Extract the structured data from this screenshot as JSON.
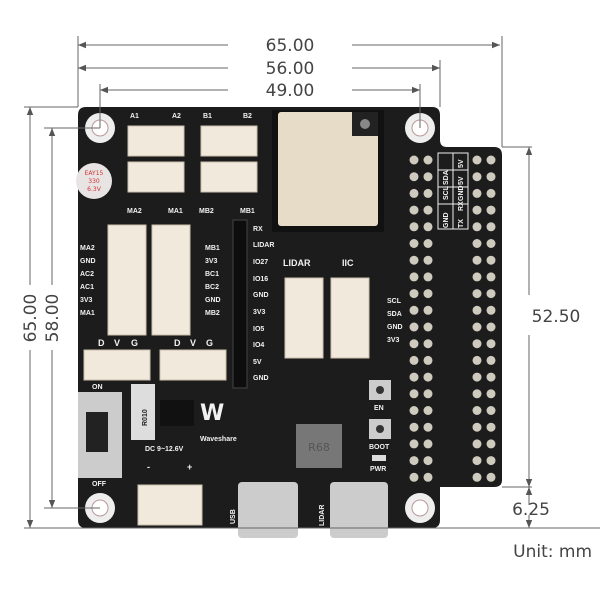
{
  "dimensions": {
    "width_total": "65.00",
    "width_hole_outer": "56.00",
    "width_holes": "49.00",
    "height_total": "65.00",
    "height_holes": "58.00",
    "header_height": "52.50",
    "header_offset": "6.25",
    "unit": "Unit: mm"
  },
  "board": {
    "pcb_color": "#1c1c1c",
    "connectors_top": [
      "A1",
      "A2",
      "B1",
      "B2",
      "MA2",
      "MA1",
      "MB2",
      "MB1"
    ],
    "capacitor": [
      "EAY15",
      "330",
      "6.3V"
    ],
    "left_pins": [
      "MA2",
      "GND",
      "AC2",
      "AC1",
      "3V3",
      "MA1"
    ],
    "right_pins": [
      "MB1",
      "3V3",
      "BC1",
      "BC2",
      "GND",
      "MB2"
    ],
    "servo_labels": [
      "D",
      "V",
      "G"
    ],
    "gpio_labels": [
      "RX",
      "LIDAR",
      "IO27",
      "IO16",
      "GND",
      "3V3",
      "IO5",
      "IO4",
      "5V",
      "GND"
    ],
    "lidar_label": "LIDAR",
    "iic_label": "IIC",
    "iic_pins": [
      "SCL",
      "SDA",
      "GND",
      "3V3"
    ],
    "uart_table": [
      "GND",
      "SCL",
      "SDA",
      "5V",
      "TX",
      "RX",
      "GND",
      "5V"
    ],
    "switch_on": "ON",
    "switch_off": "OFF",
    "resistor": "R010",
    "brand": "Waveshare",
    "power_input": "DC 9~12.6V",
    "minus": "-",
    "plus": "+",
    "inductor": "R68",
    "buttons": [
      "EN",
      "BOOT"
    ],
    "pwr_led": "PWR",
    "usb_labels": [
      "USB",
      "LIDAR"
    ]
  }
}
